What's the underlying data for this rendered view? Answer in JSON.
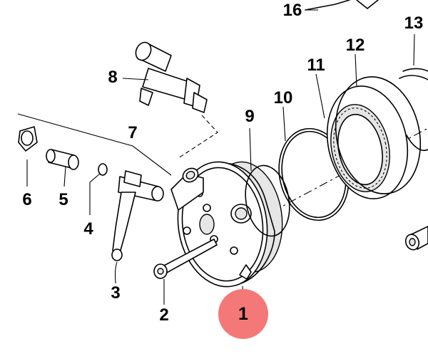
{
  "parts": [
    {
      "key": "p1",
      "number": "1",
      "highlighted": true
    },
    {
      "key": "p2",
      "number": "2"
    },
    {
      "key": "p3",
      "number": "3"
    },
    {
      "key": "p4",
      "number": "4"
    },
    {
      "key": "p5",
      "number": "5"
    },
    {
      "key": "p6",
      "number": "6"
    },
    {
      "key": "p7",
      "number": "7"
    },
    {
      "key": "p8",
      "number": "8"
    },
    {
      "key": "p9",
      "number": "9"
    },
    {
      "key": "p10",
      "number": "10"
    },
    {
      "key": "p11",
      "number": "11"
    },
    {
      "key": "p12",
      "number": "12"
    },
    {
      "key": "p13",
      "number": "13"
    },
    {
      "key": "p16",
      "number": "16"
    }
  ],
  "colors": {
    "line": "#000000",
    "background": "#ffffff",
    "highlight": "#f47878"
  }
}
